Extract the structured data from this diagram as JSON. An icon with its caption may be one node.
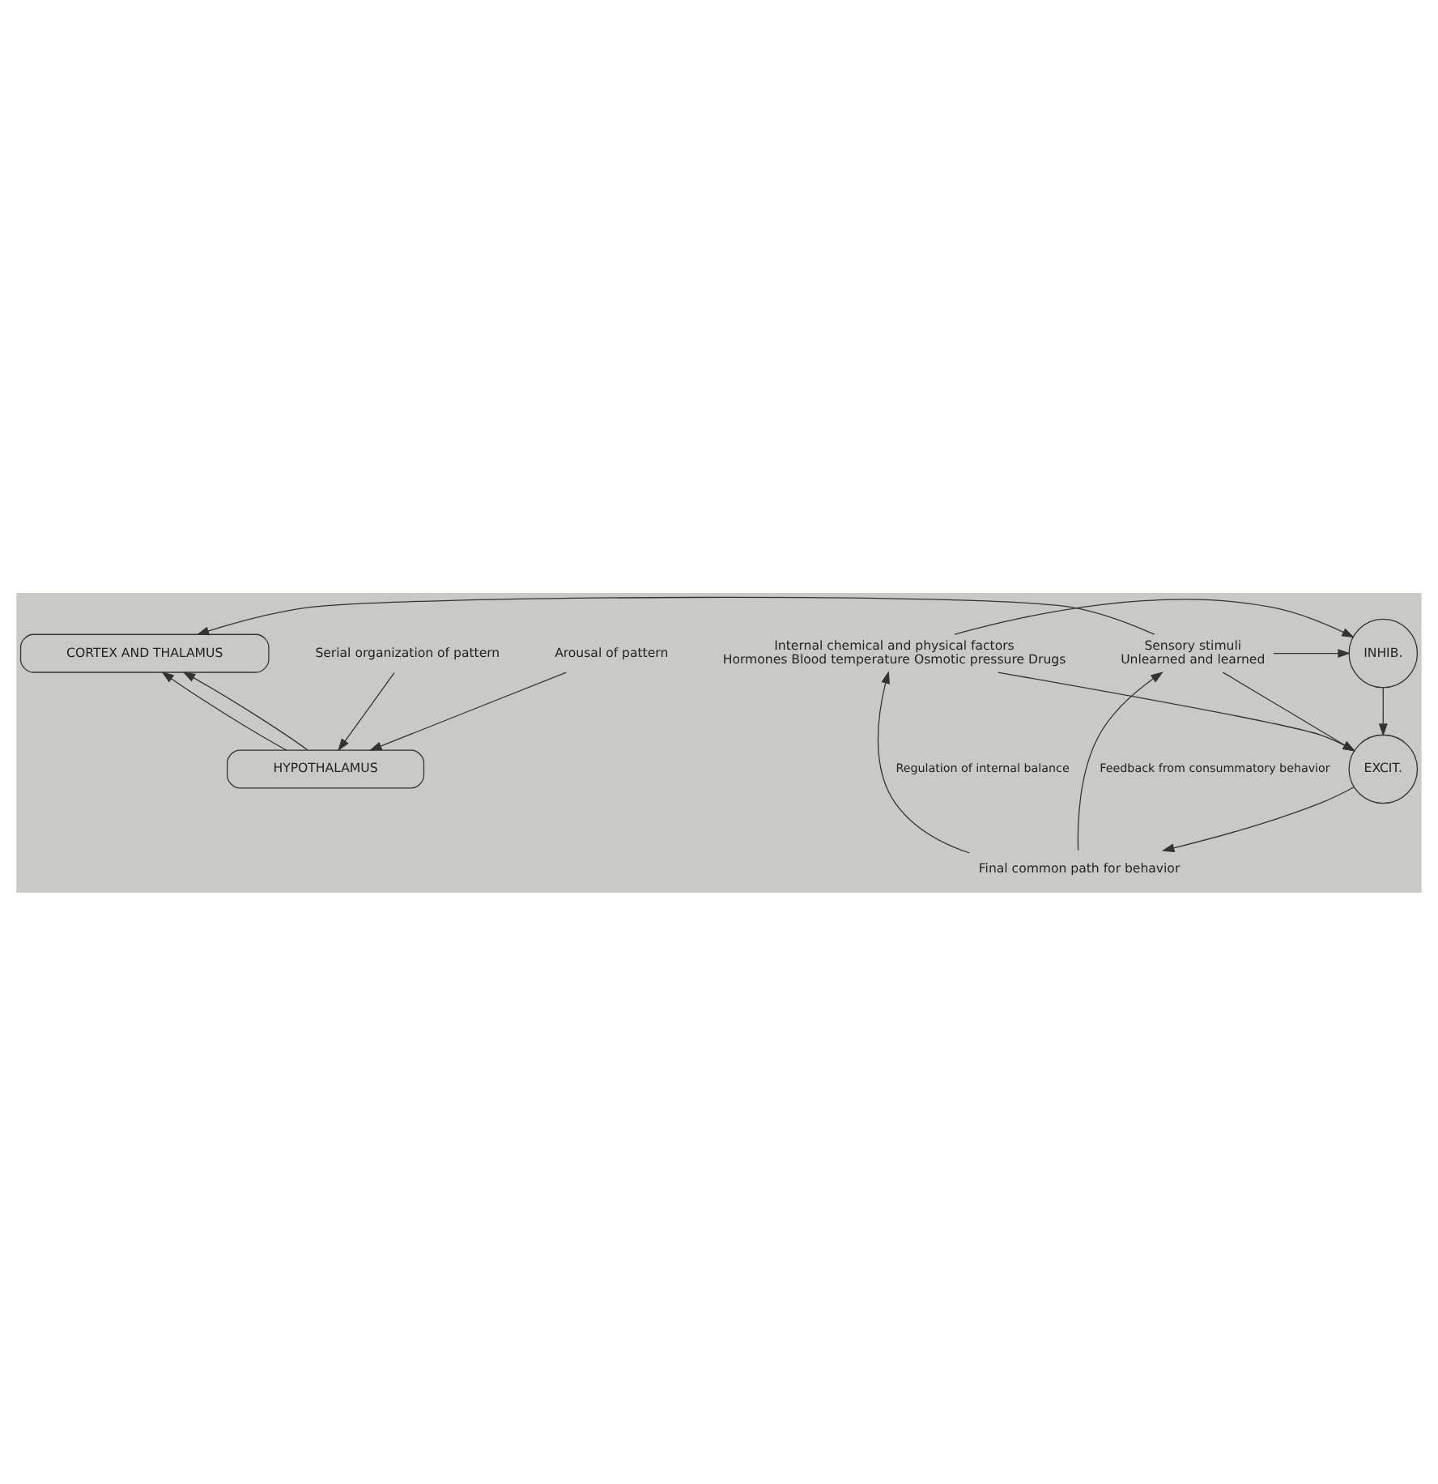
{
  "diagram": {
    "nodes": [
      {
        "text": [
          "CORTEX AND THALAMUS"
        ]
      },
      {
        "text": [
          "Serial organization of pattern"
        ]
      },
      {
        "text": [
          "Arousal of pattern"
        ]
      },
      {
        "text": [
          "HYPOTHALAMUS"
        ]
      },
      {
        "text": [
          "INHIB."
        ]
      },
      {
        "text": [
          "EXCIT."
        ]
      },
      {
        "text": [
          "Internal chemical and physical factors",
          "Hormones Blood temperature Osmotic pressure Drugs"
        ]
      },
      {
        "text": [
          "Sensory stimuli",
          "Unlearned and learned"
        ]
      },
      {
        "text": [
          "Final common path for behavior"
        ]
      }
    ],
    "edges": [
      {
        "from": 3,
        "to": 0,
        "arrow": "to"
      },
      {
        "from": 3,
        "to": 0,
        "arrow": "to"
      },
      {
        "from": 1,
        "to": 3,
        "arrow": "to"
      },
      {
        "from": 2,
        "to": 3,
        "arrow": "to"
      },
      {
        "from": 7,
        "to": 0,
        "arrow": "to"
      },
      {
        "from": 6,
        "to": 4,
        "arrow": "to"
      },
      {
        "from": 6,
        "to": 5,
        "arrow": "to"
      },
      {
        "from": 7,
        "to": 4,
        "arrow": "to"
      },
      {
        "from": 7,
        "to": 5,
        "arrow": "to"
      },
      {
        "from": 4,
        "to": 5,
        "arrow": "to"
      },
      {
        "from": 5,
        "to": 8,
        "arrow": "to"
      },
      {
        "from": 8,
        "to": 6,
        "arrow": "to",
        "label": "Regulation of internal balance"
      },
      {
        "from": 8,
        "to": 7,
        "arrow": "to",
        "label": "Feedback from consummatory behavior"
      }
    ]
  }
}
